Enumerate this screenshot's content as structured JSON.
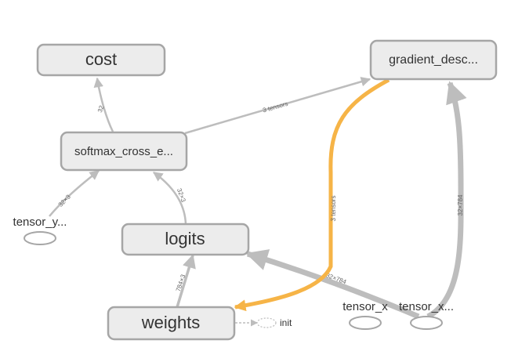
{
  "nodes": {
    "cost": "cost",
    "gradient_descent": "gradient_desc...",
    "softmax": "softmax_cross_e...",
    "logits": "logits",
    "weights": "weights"
  },
  "placeholders": {
    "tensor_y": "tensor_y...",
    "tensor_x": "tensor_x",
    "tensor_x_2": "tensor_x..."
  },
  "edges": {
    "softmax_to_cost": "32",
    "softmax_to_gradient": "3 tensors",
    "tensor_y_to_softmax": "32×3",
    "logits_to_softmax": "32×3",
    "gradient_to_weights": "3 tensors",
    "tensor_x_to_gradient": "32×784",
    "tensor_x_to_logits": "32×784",
    "weights_to_logits": "784×3"
  },
  "init_label": "init",
  "colors": {
    "node_fill": "#ececec",
    "node_stroke": "#a6a6a6",
    "edge_grey": "#bdbdbd",
    "edge_orange": "#f6b447"
  }
}
